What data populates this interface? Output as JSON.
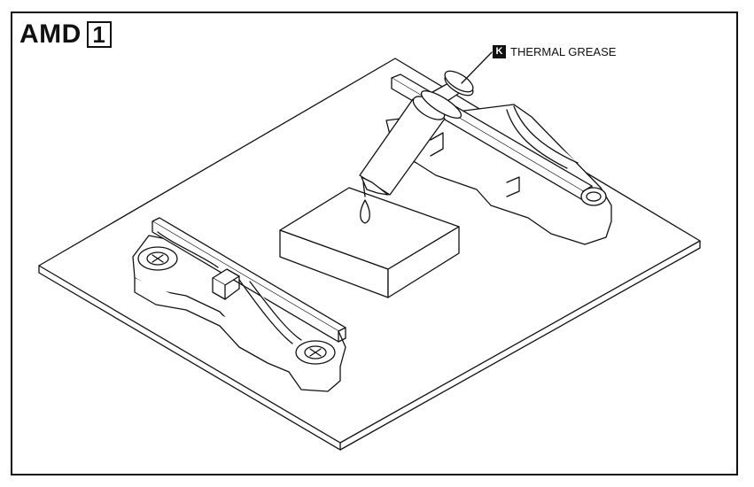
{
  "header": {
    "brand": "AMD",
    "step": "1"
  },
  "callout": {
    "key": "K",
    "label": "THERMAL GREASE"
  }
}
